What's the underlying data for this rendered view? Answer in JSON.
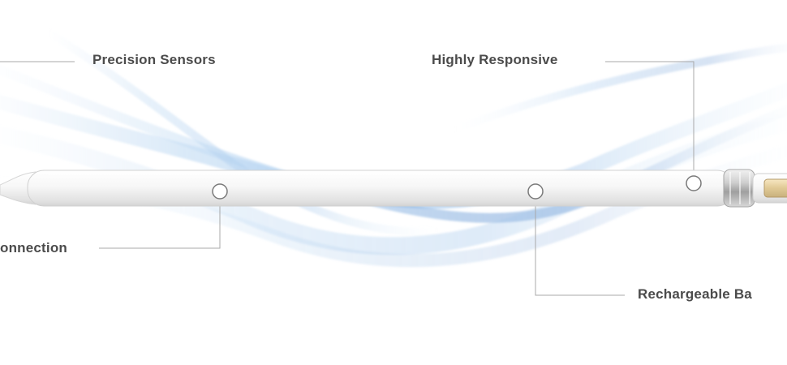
{
  "features": [
    {
      "label": "Precision Sensors"
    },
    {
      "label": "Highly Responsive"
    },
    {
      "label": "onnection"
    },
    {
      "label": "Rechargeable Ba"
    }
  ],
  "colors": {
    "background": "#ffffff",
    "text": "#4b4b4b",
    "leader_line": "#a8a8a8",
    "pencil_body": "#f7f7f7",
    "swirl_blue": "#6d9bd5",
    "swirl_light": "#cfe3f6",
    "metal": "#b8b8b8"
  }
}
